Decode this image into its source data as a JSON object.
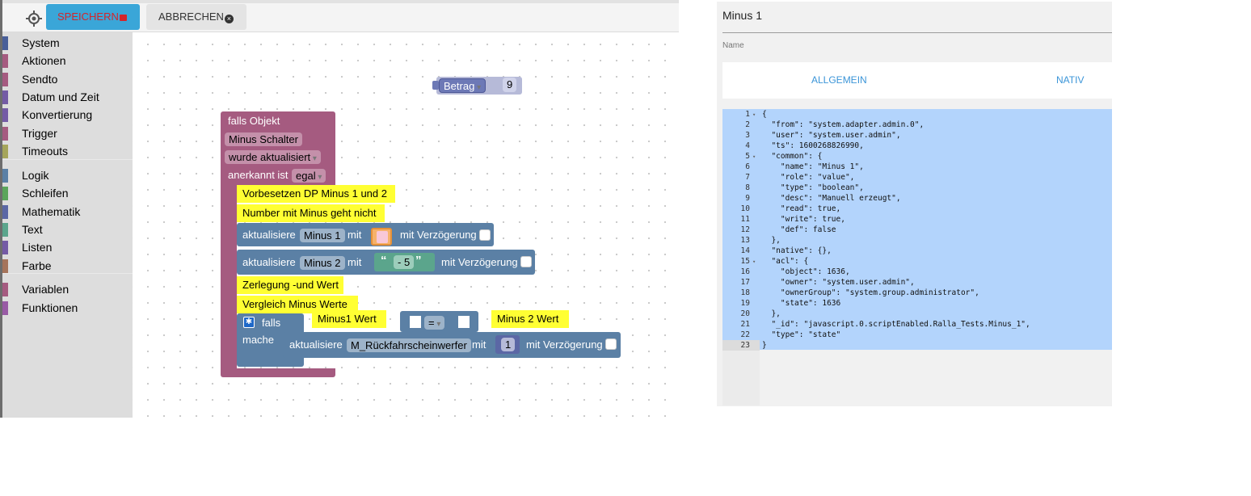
{
  "toolbar": {
    "save_label": "SPEICHERN",
    "cancel_label": "ABBRECHEN"
  },
  "toolbox": [
    {
      "label": "System",
      "color": "#495f99"
    },
    {
      "label": "Aktionen",
      "color": "#a55b80"
    },
    {
      "label": "Sendto",
      "color": "#a55b80"
    },
    {
      "label": "Datum und Zeit",
      "color": "#745ba5"
    },
    {
      "label": "Konvertierung",
      "color": "#745ba5"
    },
    {
      "label": "Trigger",
      "color": "#a55b80"
    },
    {
      "label": "Timeouts",
      "color": "#a5a55b"
    },
    {
      "label": "Logik",
      "color": "#5b80a5"
    },
    {
      "label": "Schleifen",
      "color": "#5ba55b"
    },
    {
      "label": "Mathematik",
      "color": "#5b67a5"
    },
    {
      "label": "Text",
      "color": "#5ba58c"
    },
    {
      "label": "Listen",
      "color": "#745ba5"
    },
    {
      "label": "Farbe",
      "color": "#a5745b"
    },
    {
      "label": "Variablen",
      "color": "#a55b80"
    },
    {
      "label": "Funktionen",
      "color": "#995ba5"
    }
  ],
  "blocks": {
    "betrag_var": "Betrag",
    "betrag_num": "9",
    "trigger_title": "falls Objekt",
    "trigger_object": "Minus Schalter",
    "trigger_event": "wurde aktualisiert",
    "ack_label": "anerkannt ist",
    "ack_value": "egal",
    "note1": "Vorbesetzen DP Minus 1 und 2",
    "note2": "Number mit Minus geht nicht",
    "update_label": "aktualisiere",
    "update1_object": "Minus 1",
    "with_label": "mit",
    "delay_label": "mit Verzögerung",
    "update2_object": "Minus 2",
    "update2_value": "- 5",
    "note3": "Zerlegung -und Wert",
    "note4": "Vergleich  Minus Werte",
    "if_label": "falls",
    "do_label": "mache",
    "note5": "Minus1 Wert",
    "compare_op": "=",
    "note6": "Minus 2 Wert",
    "update3_object": "M_Rückfahrscheinwerfer",
    "update3_value": "1"
  },
  "props": {
    "title": "Minus 1",
    "name_label": "Name",
    "tab_general": "ALLGEMEIN",
    "tab_native": "NATIV",
    "current_line": 23,
    "code_lines": [
      "{",
      "  \"from\": \"system.adapter.admin.0\",",
      "  \"user\": \"system.user.admin\",",
      "  \"ts\": 1600268826990,",
      "  \"common\": {",
      "    \"name\": \"Minus 1\",",
      "    \"role\": \"value\",",
      "    \"type\": \"boolean\",",
      "    \"desc\": \"Manuell erzeugt\",",
      "    \"read\": true,",
      "    \"write\": true,",
      "    \"def\": false",
      "  },",
      "  \"native\": {},",
      "  \"acl\": {",
      "    \"object\": 1636,",
      "    \"owner\": \"system.user.admin\",",
      "    \"ownerGroup\": \"system.group.administrator\",",
      "    \"state\": 1636",
      "  },",
      "  \"_id\": \"javascript.0.scriptEnabled.Ralla_Tests.Minus_1\",",
      "  \"type\": \"state\"",
      "}"
    ]
  }
}
